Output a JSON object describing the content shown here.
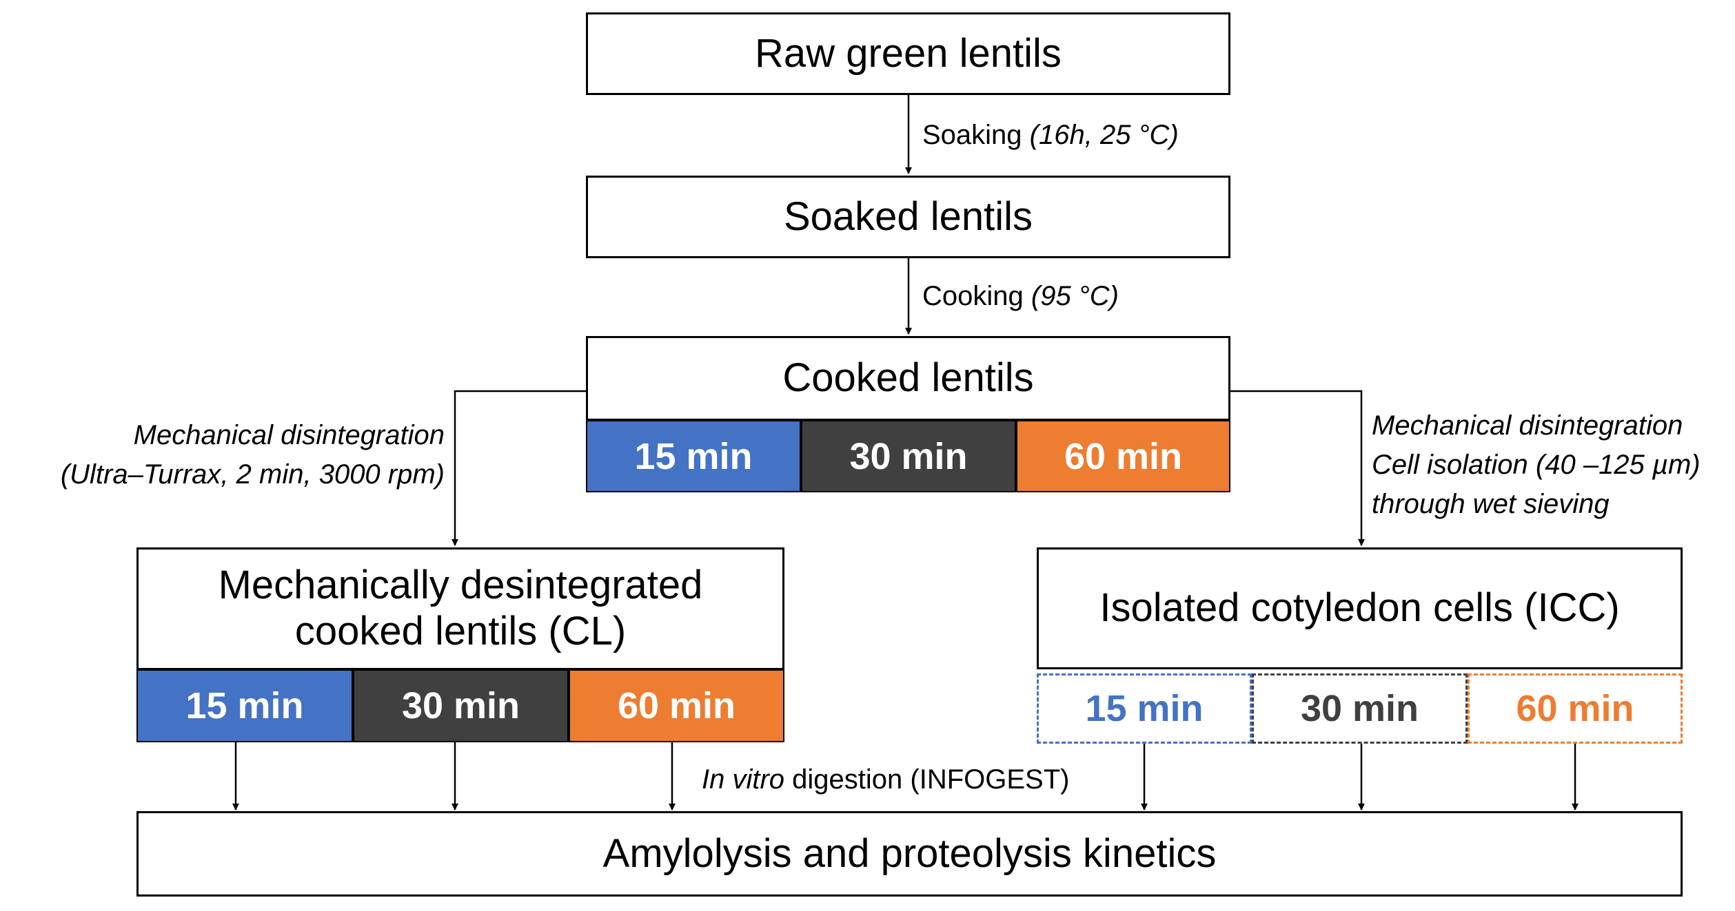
{
  "boxes": {
    "raw": "Raw green lentils",
    "soaked": "Soaked lentils",
    "cooked": "Cooked lentils",
    "cl_line1": "Mechanically desintegrated",
    "cl_line2": "cooked lentils (CL)",
    "icc": "Isolated cotyledon cells (ICC)",
    "kinetics": "Amylolysis and proteolysis kinetics"
  },
  "times": [
    "15 min",
    "30 min",
    "60 min"
  ],
  "colors": {
    "t15": "#4472c4",
    "t30": "#404040",
    "t60": "#ed7d31"
  },
  "steps": {
    "soaking": {
      "name": "Soaking ",
      "cond": "(16h, 25 °C)"
    },
    "cooking": {
      "name": "Cooking ",
      "cond": "(95 °C)"
    },
    "left_line1": "Mechanical disintegration",
    "left_line2": "(Ultra–Turrax, 2 min, 3000 rpm)",
    "right_line1": "Mechanical disintegration",
    "right_line2": "Cell isolation (40 –125 µm)",
    "right_line3": "through wet sieving",
    "digestion": {
      "italic": "In vitro",
      "rest": " digestion (INFOGEST)"
    }
  }
}
